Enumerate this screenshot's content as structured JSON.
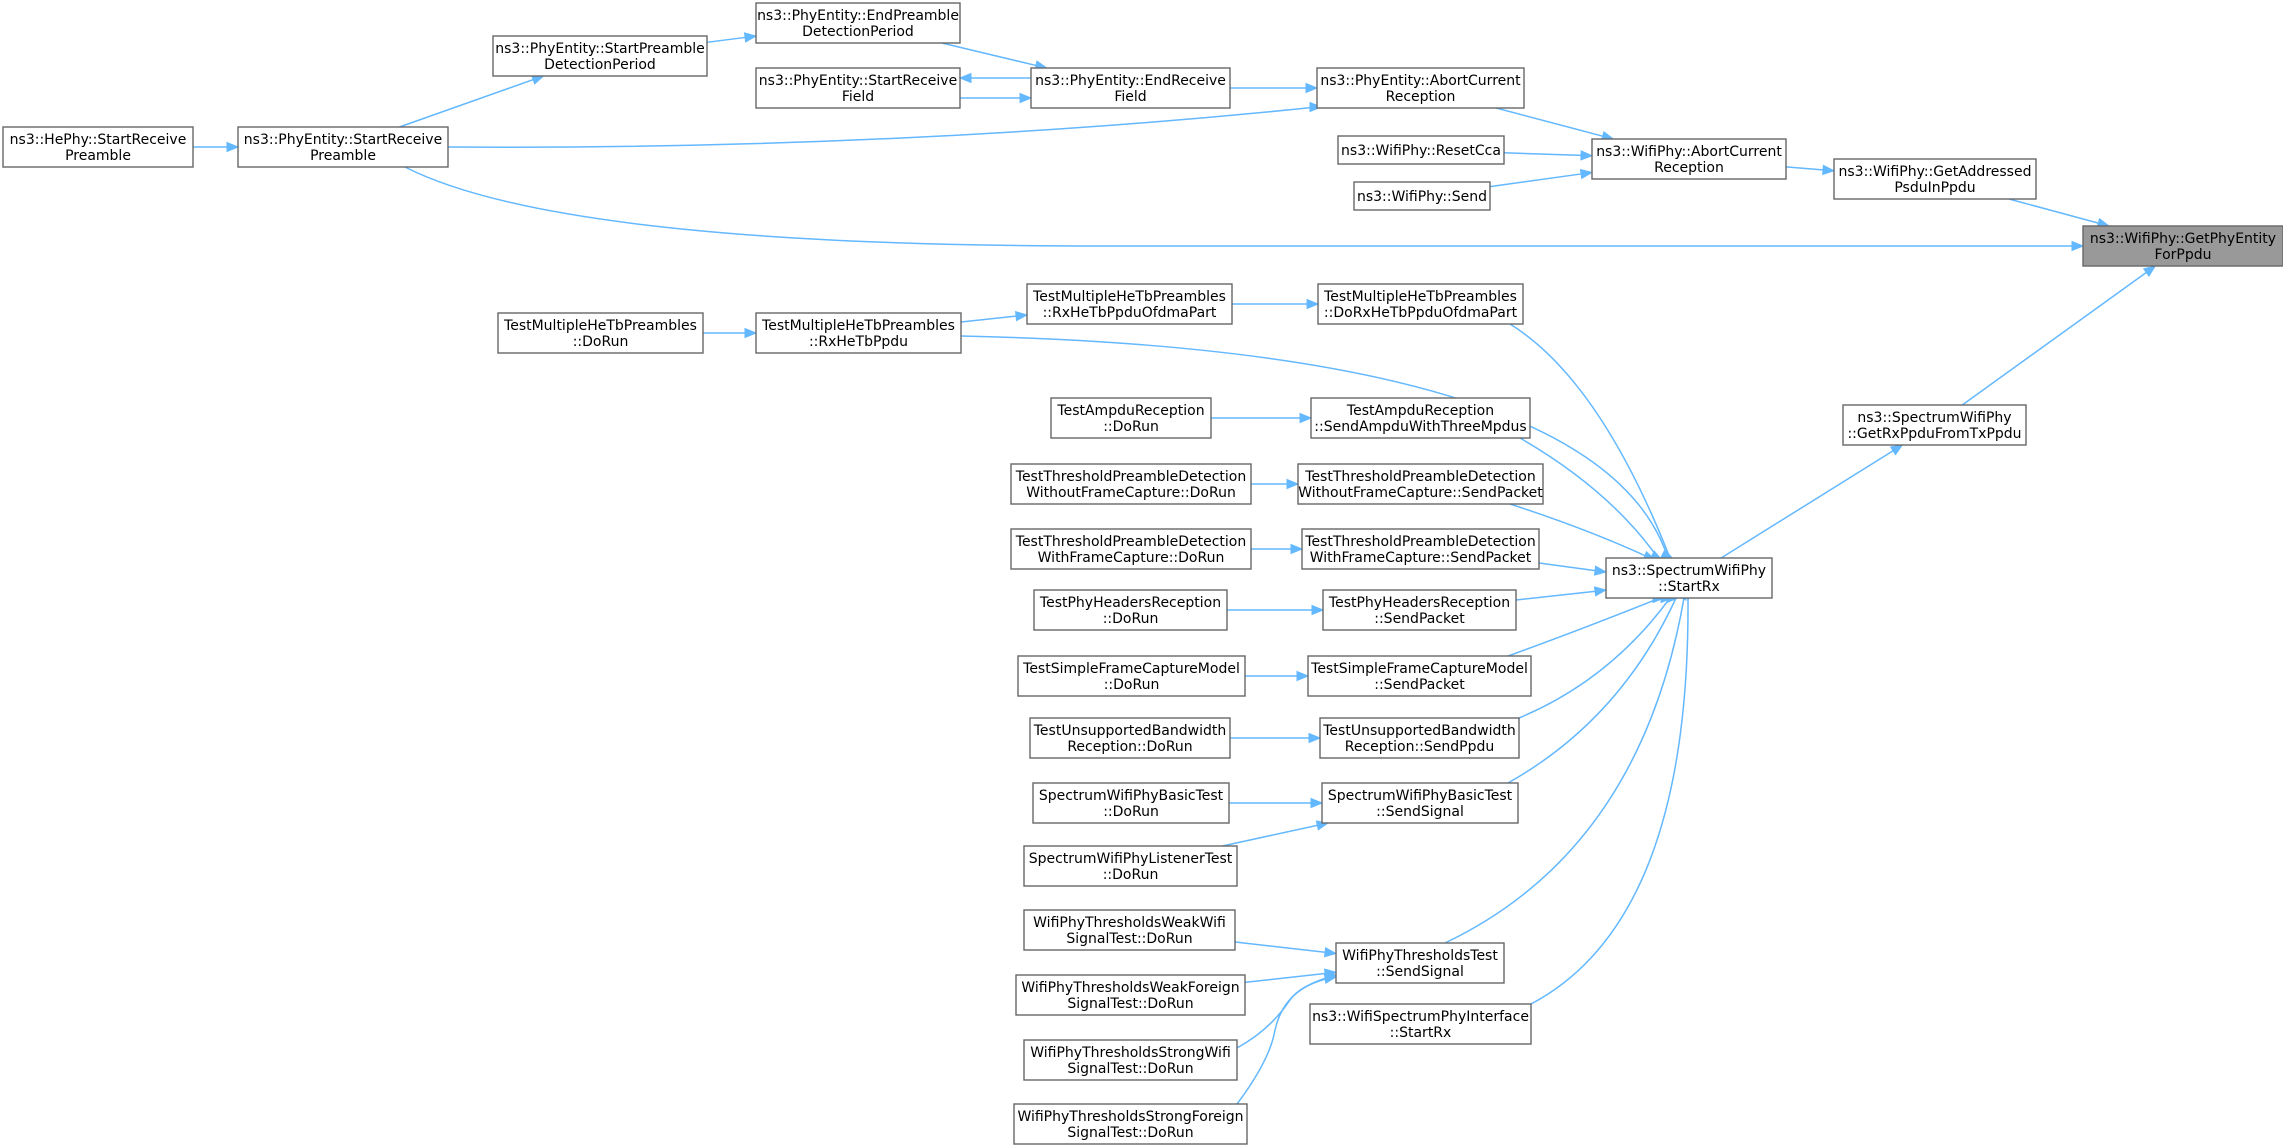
{
  "graph": {
    "nodes": [
      {
        "id": "target",
        "lines": [
          "ns3::WifiPhy::GetPhyEntity",
          "ForPpdu"
        ],
        "highlight": true
      },
      {
        "id": "getAddressed",
        "lines": [
          "ns3::WifiPhy::GetAddressed",
          "PsduInPpdu"
        ]
      },
      {
        "id": "getRxPpdu",
        "lines": [
          "ns3::SpectrumWifiPhy",
          "::GetRxPpduFromTxPpdu"
        ]
      },
      {
        "id": "wifiAbort",
        "lines": [
          "ns3::WifiPhy::AbortCurrent",
          "Reception"
        ]
      },
      {
        "id": "specStartRx",
        "lines": [
          "ns3::SpectrumWifiPhy",
          "::StartRx"
        ]
      },
      {
        "id": "entityAbort",
        "lines": [
          "ns3::PhyEntity::AbortCurrent",
          "Reception"
        ]
      },
      {
        "id": "resetCca",
        "lines": [
          "ns3::WifiPhy::ResetCca"
        ]
      },
      {
        "id": "wifiSend",
        "lines": [
          "ns3::WifiPhy::Send"
        ]
      },
      {
        "id": "endReceive",
        "lines": [
          "ns3::PhyEntity::EndReceive",
          "Field"
        ]
      },
      {
        "id": "startReceiveField",
        "lines": [
          "ns3::PhyEntity::StartReceive",
          "Field"
        ]
      },
      {
        "id": "endPreamble",
        "lines": [
          "ns3::PhyEntity::EndPreamble",
          "DetectionPeriod"
        ]
      },
      {
        "id": "startPreamble",
        "lines": [
          "ns3::PhyEntity::StartPreamble",
          "DetectionPeriod"
        ]
      },
      {
        "id": "startRecvPreamble",
        "lines": [
          "ns3::PhyEntity::StartReceive",
          "Preamble"
        ]
      },
      {
        "id": "hePhy",
        "lines": [
          "ns3::HePhy::StartReceive",
          "Preamble"
        ]
      },
      {
        "id": "doRxOfdma",
        "lines": [
          "TestMultipleHeTbPreambles",
          "::DoRxHeTbPpduOfdmaPart"
        ]
      },
      {
        "id": "rxOfdma",
        "lines": [
          "TestMultipleHeTbPreambles",
          "::RxHeTbPpduOfdmaPart"
        ]
      },
      {
        "id": "rxHeTb",
        "lines": [
          "TestMultipleHeTbPreambles",
          "::RxHeTbPpdu"
        ]
      },
      {
        "id": "multiDoRun",
        "lines": [
          "TestMultipleHeTbPreambles",
          "::DoRun"
        ]
      },
      {
        "id": "ampduSend",
        "lines": [
          "TestAmpduReception",
          "::SendAmpduWithThreeMpdus"
        ]
      },
      {
        "id": "ampduDoRun",
        "lines": [
          "TestAmpduReception",
          "::DoRun"
        ]
      },
      {
        "id": "threshWoSend",
        "lines": [
          "TestThresholdPreambleDetection",
          "WithoutFrameCapture::SendPacket"
        ]
      },
      {
        "id": "threshWoDoRun",
        "lines": [
          "TestThresholdPreambleDetection",
          "WithoutFrameCapture::DoRun"
        ]
      },
      {
        "id": "threshWSend",
        "lines": [
          "TestThresholdPreambleDetection",
          "WithFrameCapture::SendPacket"
        ]
      },
      {
        "id": "threshWDoRun",
        "lines": [
          "TestThresholdPreambleDetection",
          "WithFrameCapture::DoRun"
        ]
      },
      {
        "id": "headersSend",
        "lines": [
          "TestPhyHeadersReception",
          "::SendPacket"
        ]
      },
      {
        "id": "headersDoRun",
        "lines": [
          "TestPhyHeadersReception",
          "::DoRun"
        ]
      },
      {
        "id": "simpleSend",
        "lines": [
          "TestSimpleFrameCaptureModel",
          "::SendPacket"
        ]
      },
      {
        "id": "simpleDoRun",
        "lines": [
          "TestSimpleFrameCaptureModel",
          "::DoRun"
        ]
      },
      {
        "id": "unsupSend",
        "lines": [
          "TestUnsupportedBandwidth",
          "Reception::SendPpdu"
        ]
      },
      {
        "id": "unsupDoRun",
        "lines": [
          "TestUnsupportedBandwidth",
          "Reception::DoRun"
        ]
      },
      {
        "id": "basicSend",
        "lines": [
          "SpectrumWifiPhyBasicTest",
          "::SendSignal"
        ]
      },
      {
        "id": "basicDoRun",
        "lines": [
          "SpectrumWifiPhyBasicTest",
          "::DoRun"
        ]
      },
      {
        "id": "listenerDoRun",
        "lines": [
          "SpectrumWifiPhyListenerTest",
          "::DoRun"
        ]
      },
      {
        "id": "thrSend",
        "lines": [
          "WifiPhyThresholdsTest",
          "::SendSignal"
        ]
      },
      {
        "id": "weakWifi",
        "lines": [
          "WifiPhyThresholdsWeakWifi",
          "SignalTest::DoRun"
        ]
      },
      {
        "id": "weakForeign",
        "lines": [
          "WifiPhyThresholdsWeakForeign",
          "SignalTest::DoRun"
        ]
      },
      {
        "id": "strongWifi",
        "lines": [
          "WifiPhyThresholdsStrongWifi",
          "SignalTest::DoRun"
        ]
      },
      {
        "id": "strongForeign",
        "lines": [
          "WifiPhyThresholdsStrongForeign",
          "SignalTest::DoRun"
        ]
      },
      {
        "id": "ifaceStartRx",
        "lines": [
          "ns3::WifiSpectrumPhyInterface",
          "::StartRx"
        ]
      }
    ],
    "edges": [
      {
        "from": "getAddressed",
        "to": "target"
      },
      {
        "from": "getRxPpdu",
        "to": "target"
      },
      {
        "from": "startRecvPreamble",
        "to": "target"
      },
      {
        "from": "wifiAbort",
        "to": "getAddressed"
      },
      {
        "from": "specStartRx",
        "to": "getRxPpdu"
      },
      {
        "from": "entityAbort",
        "to": "wifiAbort"
      },
      {
        "from": "resetCca",
        "to": "wifiAbort"
      },
      {
        "from": "wifiSend",
        "to": "wifiAbort"
      },
      {
        "from": "endReceive",
        "to": "entityAbort"
      },
      {
        "from": "startRecvPreamble",
        "to": "entityAbort"
      },
      {
        "from": "endReceive",
        "to": "startReceiveField"
      },
      {
        "from": "startReceiveField",
        "to": "endReceive"
      },
      {
        "from": "endPreamble",
        "to": "endReceive"
      },
      {
        "from": "startPreamble",
        "to": "endPreamble"
      },
      {
        "from": "startRecvPreamble",
        "to": "startPreamble"
      },
      {
        "from": "hePhy",
        "to": "startRecvPreamble"
      },
      {
        "from": "doRxOfdma",
        "to": "specStartRx"
      },
      {
        "from": "rxOfdma",
        "to": "doRxOfdma"
      },
      {
        "from": "rxHeTb",
        "to": "rxOfdma"
      },
      {
        "from": "rxHeTb",
        "to": "specStartRx"
      },
      {
        "from": "multiDoRun",
        "to": "rxHeTb"
      },
      {
        "from": "ampduSend",
        "to": "specStartRx"
      },
      {
        "from": "ampduDoRun",
        "to": "ampduSend"
      },
      {
        "from": "threshWoSend",
        "to": "specStartRx"
      },
      {
        "from": "threshWoDoRun",
        "to": "threshWoSend"
      },
      {
        "from": "threshWSend",
        "to": "specStartRx"
      },
      {
        "from": "threshWDoRun",
        "to": "threshWSend"
      },
      {
        "from": "headersSend",
        "to": "specStartRx"
      },
      {
        "from": "headersDoRun",
        "to": "headersSend"
      },
      {
        "from": "simpleSend",
        "to": "specStartRx"
      },
      {
        "from": "simpleDoRun",
        "to": "simpleSend"
      },
      {
        "from": "unsupSend",
        "to": "specStartRx"
      },
      {
        "from": "unsupDoRun",
        "to": "unsupSend"
      },
      {
        "from": "basicSend",
        "to": "specStartRx"
      },
      {
        "from": "basicDoRun",
        "to": "basicSend"
      },
      {
        "from": "listenerDoRun",
        "to": "basicSend"
      },
      {
        "from": "thrSend",
        "to": "specStartRx"
      },
      {
        "from": "weakWifi",
        "to": "thrSend"
      },
      {
        "from": "weakForeign",
        "to": "thrSend"
      },
      {
        "from": "strongWifi",
        "to": "thrSend"
      },
      {
        "from": "strongForeign",
        "to": "thrSend"
      },
      {
        "from": "ifaceStartRx",
        "to": "specStartRx"
      }
    ],
    "colors": {
      "edge": "#63b8ff",
      "node_border": "#666666",
      "highlight_fill": "#999999"
    }
  }
}
